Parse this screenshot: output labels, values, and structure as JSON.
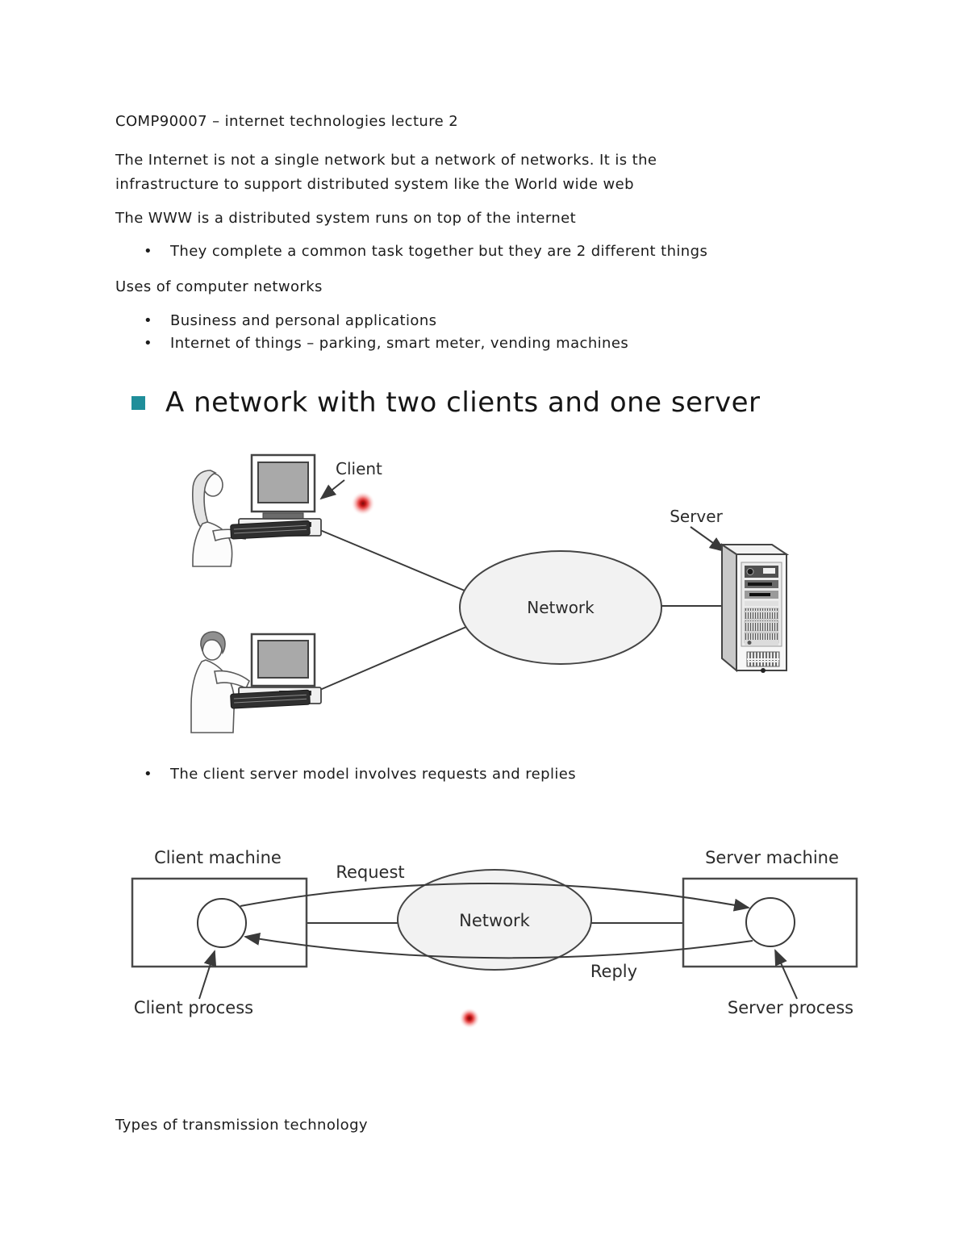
{
  "colors": {
    "accent_teal": "#1f8e9a",
    "laser_red": "#d92b1e",
    "diagram_stroke": "#3a3a3a",
    "screen_gray": "#a9a9a9"
  },
  "document": {
    "bullet_glyph": "•",
    "heading": "COMP90007 – internet technologies lecture 2",
    "intro_para": "The Internet is not a single network but a network of networks. It is the infrastructure to support distributed system like the World wide web",
    "www_para": "The WWW is a distributed system runs on top of the internet",
    "www_bullet": "They complete a common task together but they are 2 different things",
    "uses_heading": "Uses of computer networks",
    "uses_bullets": [
      "Business and personal applications",
      "Internet of things – parking, smart meter, vending machines"
    ],
    "client_server_bullet": "The client server model involves requests and replies",
    "closing_line": "Types of transmission technology"
  },
  "slide": {
    "title": "A network with two clients and one server"
  },
  "diagram1": {
    "labels": {
      "client": "Client",
      "server": "Server",
      "network": "Network"
    }
  },
  "diagram2": {
    "labels": {
      "client_machine": "Client machine",
      "server_machine": "Server machine",
      "network": "Network",
      "request": "Request",
      "reply": "Reply",
      "client_process": "Client process",
      "server_process": "Server process"
    }
  }
}
